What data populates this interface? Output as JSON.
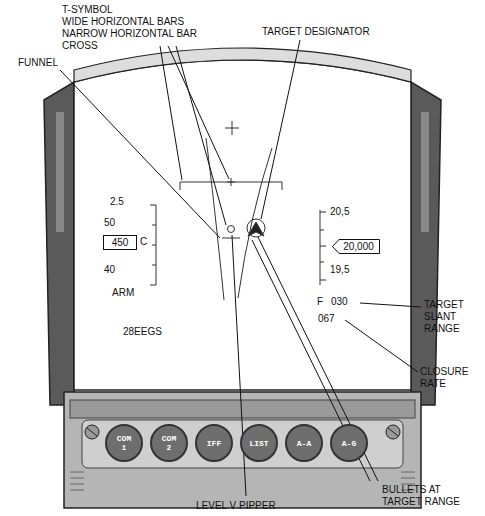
{
  "diagram": {
    "nodes": [
      {
        "text": [
          "450"
        ]
      },
      {
        "text": [
          "20,000"
        ]
      },
      {
        "text": [
          "COM 1"
        ]
      },
      {
        "text": [
          "COM 2"
        ]
      },
      {
        "text": [
          "IFF"
        ]
      },
      {
        "text": [
          "LIST"
        ]
      },
      {
        "text": [
          "A-A"
        ]
      },
      {
        "text": [
          "A-G"
        ]
      }
    ],
    "labels": [
      "T-SYMBOL",
      "WIDE HORIZONTAL BARS",
      "NARROW HORIZONTAL BAR",
      "CROSS",
      "FUNNEL",
      "TARGET DESIGNATOR",
      "2.5",
      "50",
      "C",
      "40",
      "ARM",
      "28EEGS",
      "20,5",
      "19,5",
      "F",
      "030",
      "067",
      "TARGET SLANT RANGE",
      "CLOSURE RATE",
      "BULLETS AT TARGET RANGE",
      "LEVEL V PIPPER"
    ]
  }
}
